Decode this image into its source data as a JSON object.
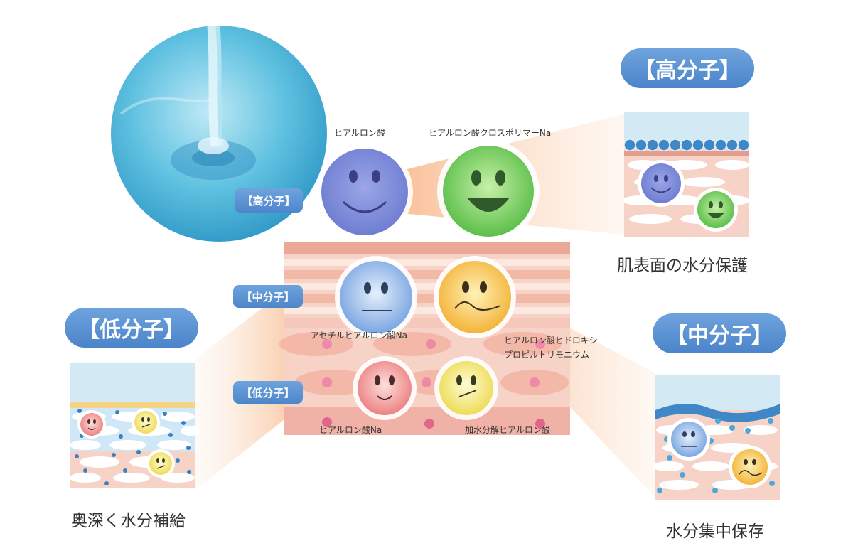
{
  "labels": {
    "high": "【高分子】",
    "mid": "【中分子】",
    "low": "【低分子】"
  },
  "molecules": {
    "hyaluronic_acid": "ヒアルロン酸",
    "crosspolymer": "ヒアルロン酸クロスポリマーNa",
    "acetyl": "アセチルヒアルロン酸Na",
    "hydroxypropyl_line1": "ヒアルロン酸ヒドロキシ",
    "hydroxypropyl_line2": "プロピルトリモニウム",
    "sodium": "ヒアルロン酸Na",
    "hydrolyzed": "加水分解ヒアルロン酸"
  },
  "captions": {
    "high": "肌表面の水分保護",
    "mid": "水分集中保存",
    "low": "奥深く水分補給"
  },
  "colors": {
    "pill_blue": "#5a91d3",
    "skin_pink": "#f2c2b6",
    "stripe_dark": "#eba894",
    "water_blue": "#cfe6f3",
    "face_purple": "#7e8ed8",
    "face_green": "#5fc24e",
    "face_blue": "#7fa8e4",
    "face_orange": "#f5b840",
    "face_red": "#ef8b8b",
    "face_yellow": "#f2e06a"
  }
}
